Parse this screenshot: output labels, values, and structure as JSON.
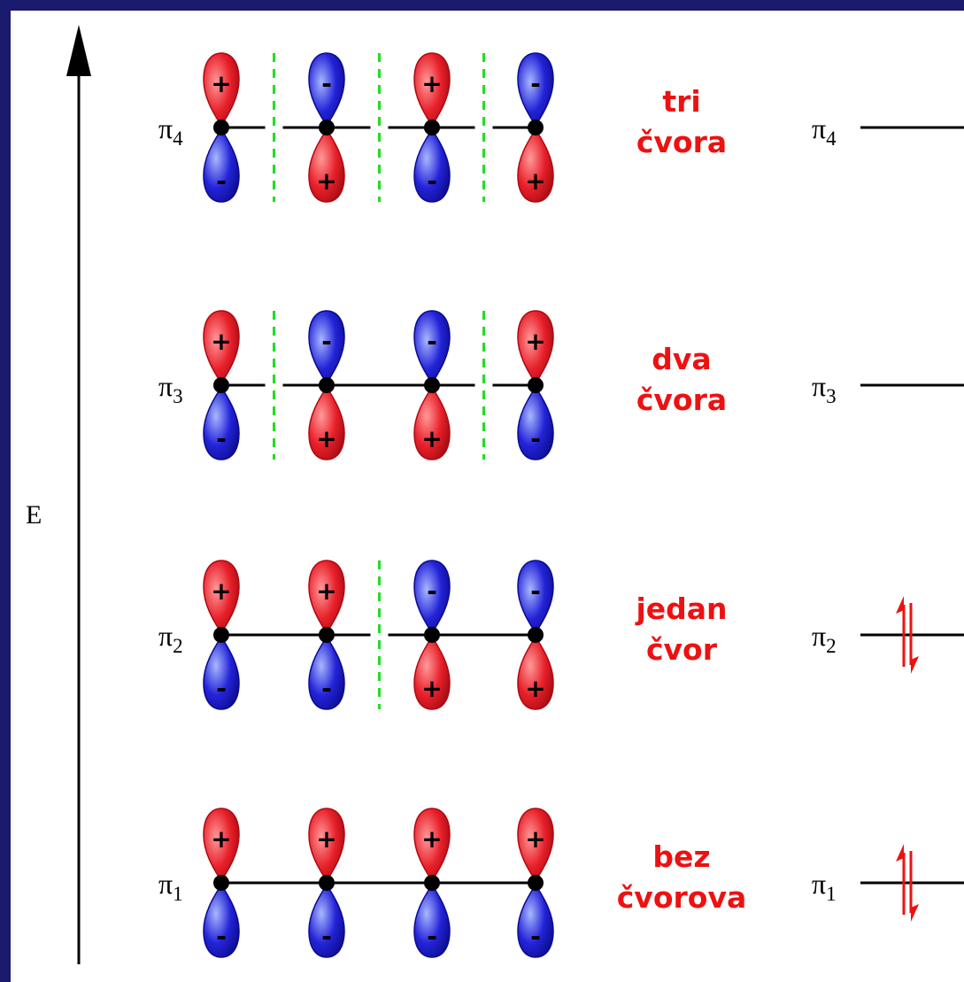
{
  "energy_axis_label": "E",
  "colors": {
    "frame": "#1a1a6e",
    "positive_lobe": "#e8202a",
    "negative_lobe": "#2323d8",
    "node_plane": "#22dd22",
    "node_text": "#ee1111",
    "electron_arrow": "#ee1111"
  },
  "levels": [
    {
      "id": "pi4",
      "label_symbol": "π",
      "label_index": "4",
      "node_text": [
        "tri",
        "čvora"
      ],
      "node_count": 3,
      "upper_signs": [
        "+",
        "-",
        "+",
        "-"
      ],
      "lower_signs": [
        "-",
        "+",
        "-",
        "+"
      ],
      "node_planes_after_atom": [
        1,
        2,
        3
      ],
      "electrons": 0
    },
    {
      "id": "pi3",
      "label_symbol": "π",
      "label_index": "3",
      "node_text": [
        "dva",
        "čvora"
      ],
      "node_count": 2,
      "upper_signs": [
        "+",
        "-",
        "-",
        "+"
      ],
      "lower_signs": [
        "-",
        "+",
        "+",
        "-"
      ],
      "node_planes_after_atom": [
        1,
        3
      ],
      "electrons": 0
    },
    {
      "id": "pi2",
      "label_symbol": "π",
      "label_index": "2",
      "node_text": [
        "jedan",
        "čvor"
      ],
      "node_count": 1,
      "upper_signs": [
        "+",
        "+",
        "-",
        "-"
      ],
      "lower_signs": [
        "-",
        "-",
        "+",
        "+"
      ],
      "node_planes_after_atom": [
        2
      ],
      "electrons": 2
    },
    {
      "id": "pi1",
      "label_symbol": "π",
      "label_index": "1",
      "node_text": [
        "bez",
        "čvorova"
      ],
      "node_count": 0,
      "upper_signs": [
        "+",
        "+",
        "+",
        "+"
      ],
      "lower_signs": [
        "-",
        "-",
        "-",
        "-"
      ],
      "node_planes_after_atom": [],
      "electrons": 2
    }
  ]
}
